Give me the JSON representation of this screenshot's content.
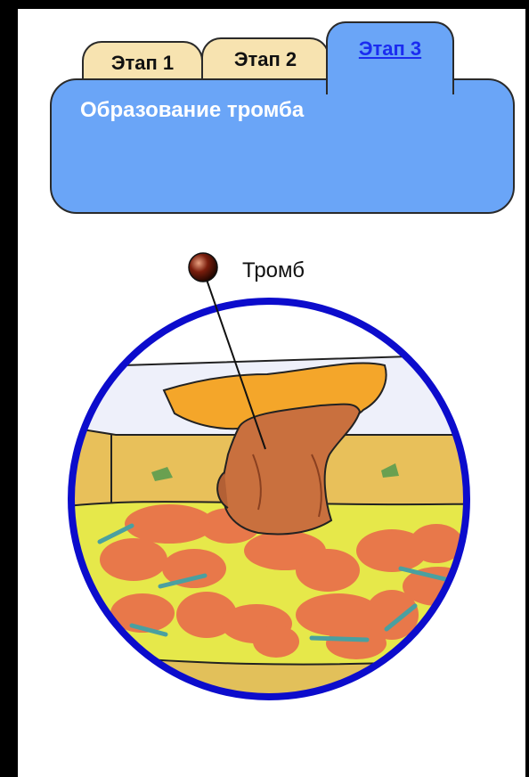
{
  "tabs": [
    {
      "label": "Этап 1",
      "active": false
    },
    {
      "label": "Этап 2",
      "active": false
    },
    {
      "label": "Этап 3",
      "active": true
    }
  ],
  "header": {
    "title": "Образование тромба"
  },
  "illustration": {
    "pin_label": "Тромб"
  },
  "colors": {
    "tab_inactive": "#f7e3b0",
    "tab_active": "#6aa5f7",
    "tab_active_text": "#1b2cf0",
    "ring": "#0c0ccc",
    "thrombus": "#c9703e",
    "clot_top": "#f4a62a",
    "tissue": "#e8c05a",
    "plasma": "#e6e84a",
    "blood_cells": "#e8784a"
  }
}
